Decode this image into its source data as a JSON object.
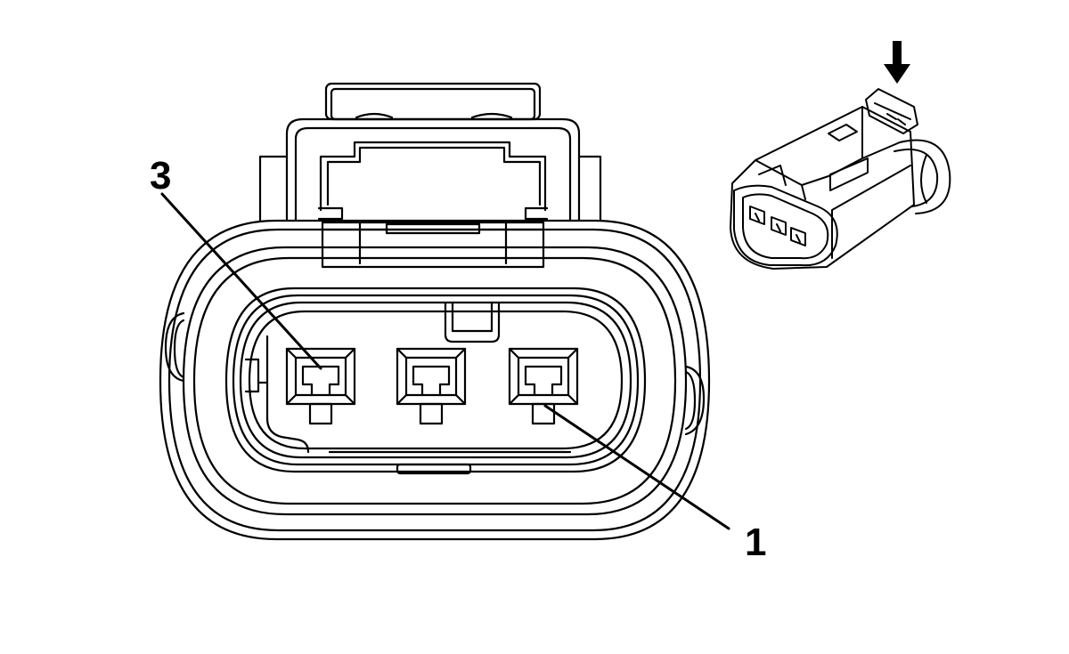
{
  "diagram": {
    "callouts": [
      {
        "id": "pin-3",
        "label": "3"
      },
      {
        "id": "pin-1",
        "label": "1"
      }
    ],
    "pins": [
      "cavity-3",
      "cavity-2",
      "cavity-1"
    ],
    "indicator_icon": "down-arrow-icon",
    "colors": {
      "line": "#000000",
      "background": "#ffffff"
    }
  }
}
